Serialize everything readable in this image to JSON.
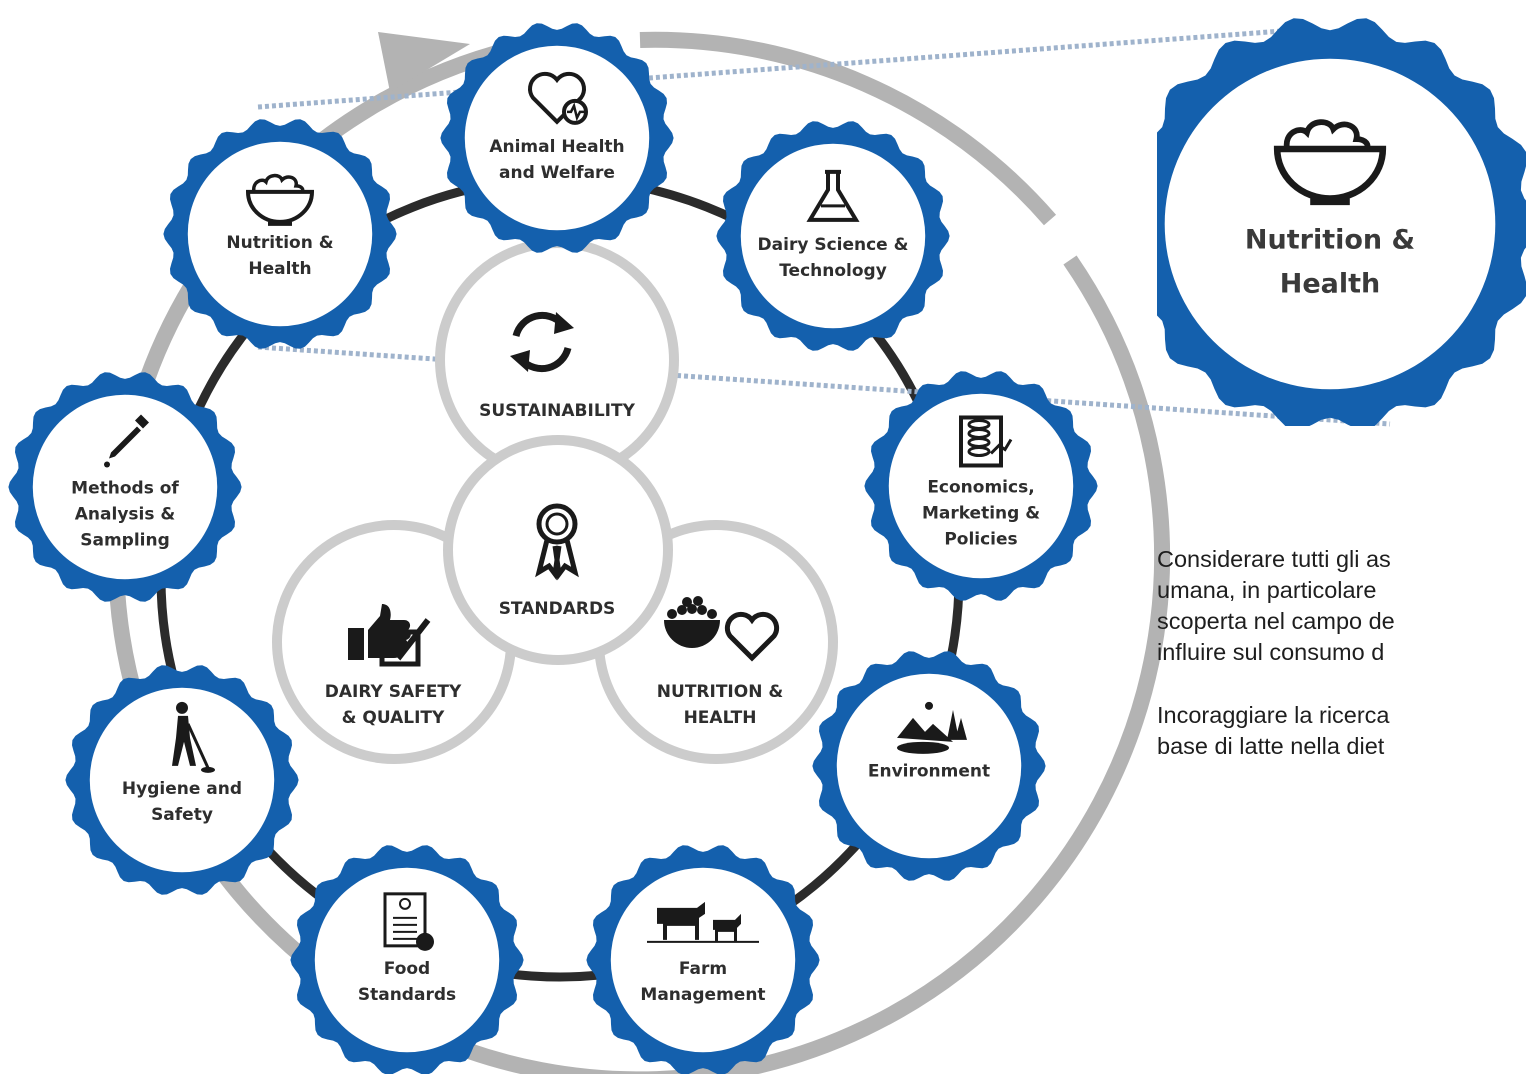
{
  "diagram": {
    "colors": {
      "badge_blue": "#1460ad",
      "badge_fill": "#ffffff",
      "outer_arrow": "#b3b3b3",
      "inner_ring": "#2b2b2b",
      "core_ring": "#cccccc",
      "dotted_line": "#9fb3cc",
      "text": "#2e2e2e"
    },
    "badges": [
      {
        "id": "animal-health",
        "icon": "heart-pulse-icon",
        "lines": [
          "Animal Health",
          "and Welfare"
        ]
      },
      {
        "id": "dairy-science",
        "icon": "flask-icon",
        "lines": [
          "Dairy Science &",
          "Technology"
        ]
      },
      {
        "id": "economics",
        "icon": "coins-chart-icon",
        "lines": [
          "Economics,",
          "Marketing &",
          "Policies"
        ]
      },
      {
        "id": "environment",
        "icon": "landscape-icon",
        "lines": [
          "Environment"
        ]
      },
      {
        "id": "farm-management",
        "icon": "cow-goat-icon",
        "lines": [
          "Farm",
          "Management"
        ]
      },
      {
        "id": "food-standards",
        "icon": "certificate-icon",
        "lines": [
          "Food",
          "Standards"
        ]
      },
      {
        "id": "hygiene",
        "icon": "cleaning-person-icon",
        "lines": [
          "Hygiene and",
          "Safety"
        ]
      },
      {
        "id": "methods-analysis",
        "icon": "pipette-icon",
        "lines": [
          "Methods of",
          "Analysis &",
          "Sampling"
        ]
      },
      {
        "id": "nutrition-health",
        "icon": "bowl-icon",
        "lines": [
          "Nutrition &",
          "Health"
        ]
      }
    ],
    "core": [
      {
        "id": "sustainability",
        "icon": "recycle-arrows-icon",
        "lines": [
          "SUSTAINABILITY"
        ]
      },
      {
        "id": "standards",
        "icon": "award-ribbon-icon",
        "lines": [
          "STANDARDS"
        ]
      },
      {
        "id": "dairy-safety",
        "icon": "thumbs-up-check-icon",
        "lines": [
          "DAIRY SAFETY",
          "& QUALITY"
        ]
      },
      {
        "id": "nutrition-core",
        "icon": "bowl-heart-icon",
        "lines": [
          "NUTRITION &",
          "HEALTH"
        ]
      }
    ],
    "zoom": {
      "icon": "bowl-icon",
      "lines": [
        "Nutrition &",
        "Health"
      ]
    }
  },
  "text": {
    "paragraph_1": [
      "Considerare tutti gli as",
      "umana, in particolare",
      "scoperta nel campo de",
      "influire sul consumo d"
    ],
    "paragraph_2": [
      "Incoraggiare la ricerca",
      "base di latte nella diet"
    ]
  }
}
